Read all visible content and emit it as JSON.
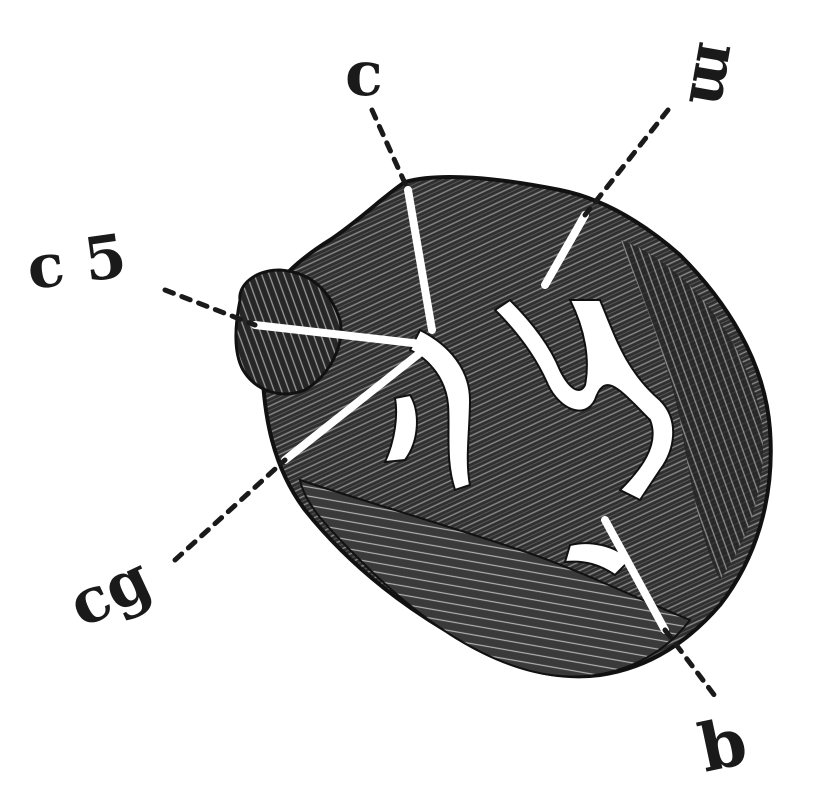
{
  "figure": {
    "labels": {
      "c_top": "c",
      "c5": "c 5",
      "m": "m",
      "cg": "cg",
      "b": "b"
    },
    "colors": {
      "ink": "#1a1a1a",
      "mid": "#3a3a3a",
      "light": "#777777",
      "paper": "#ffffff"
    }
  }
}
